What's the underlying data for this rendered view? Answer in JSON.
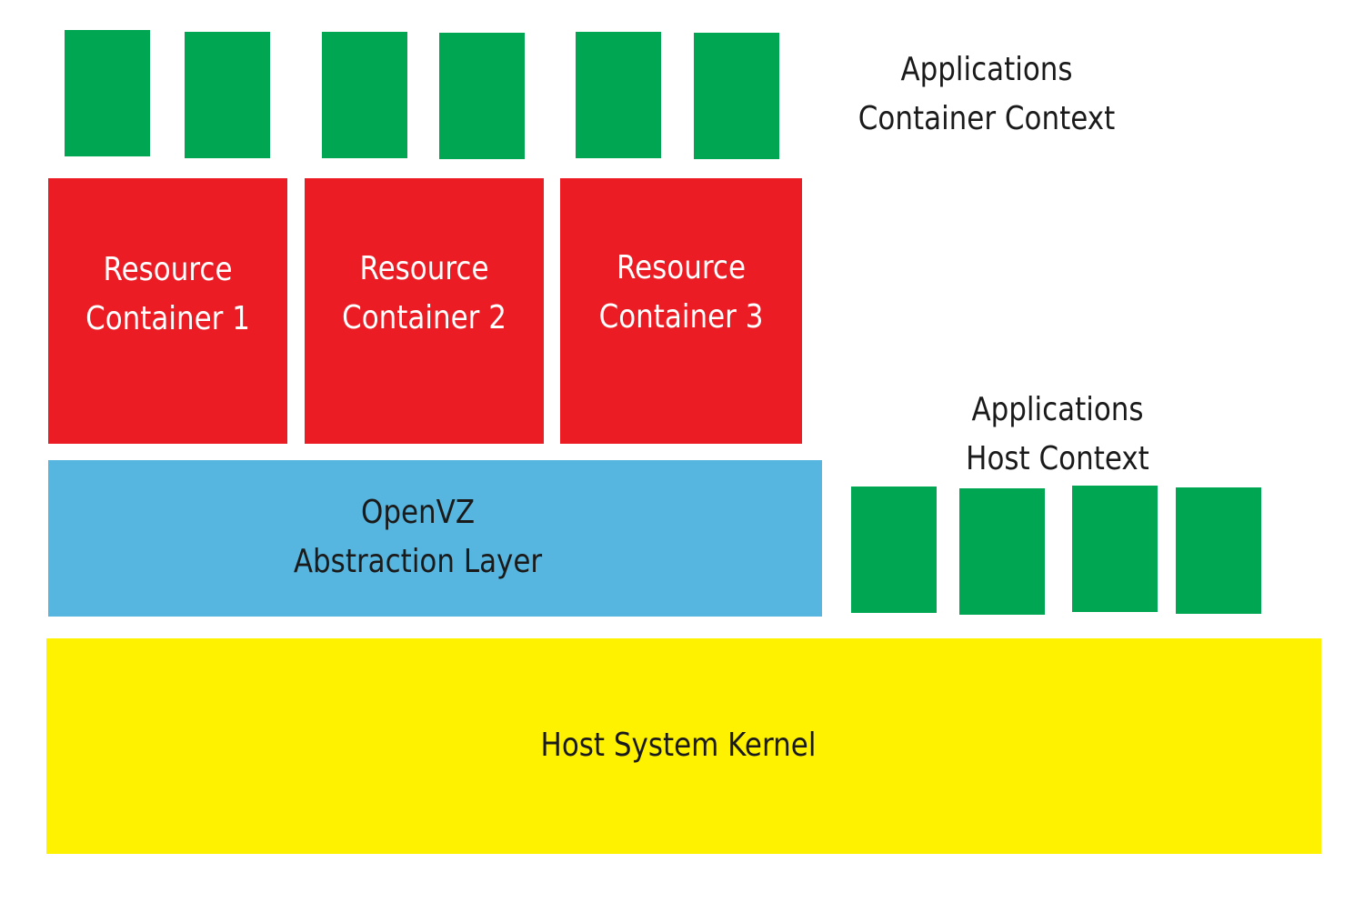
{
  "app_container_label": {
    "line1": "Applications",
    "line2": "Container Context"
  },
  "resource_containers": [
    {
      "line1": "Resource",
      "line2": "Container 1"
    },
    {
      "line1": "Resource",
      "line2": "Container 2"
    },
    {
      "line1": "Resource",
      "line2": "Container 3"
    }
  ],
  "openvz": {
    "line1": "OpenVZ",
    "line2": "Abstraction Layer"
  },
  "app_host_label": {
    "line1": "Applications",
    "line2": "Host Context"
  },
  "kernel": {
    "label": "Host System Kernel"
  },
  "colors": {
    "application": "#00a651",
    "resource_container": "#ec1c24",
    "abstraction_layer": "#57b6df",
    "kernel": "#fff200"
  }
}
